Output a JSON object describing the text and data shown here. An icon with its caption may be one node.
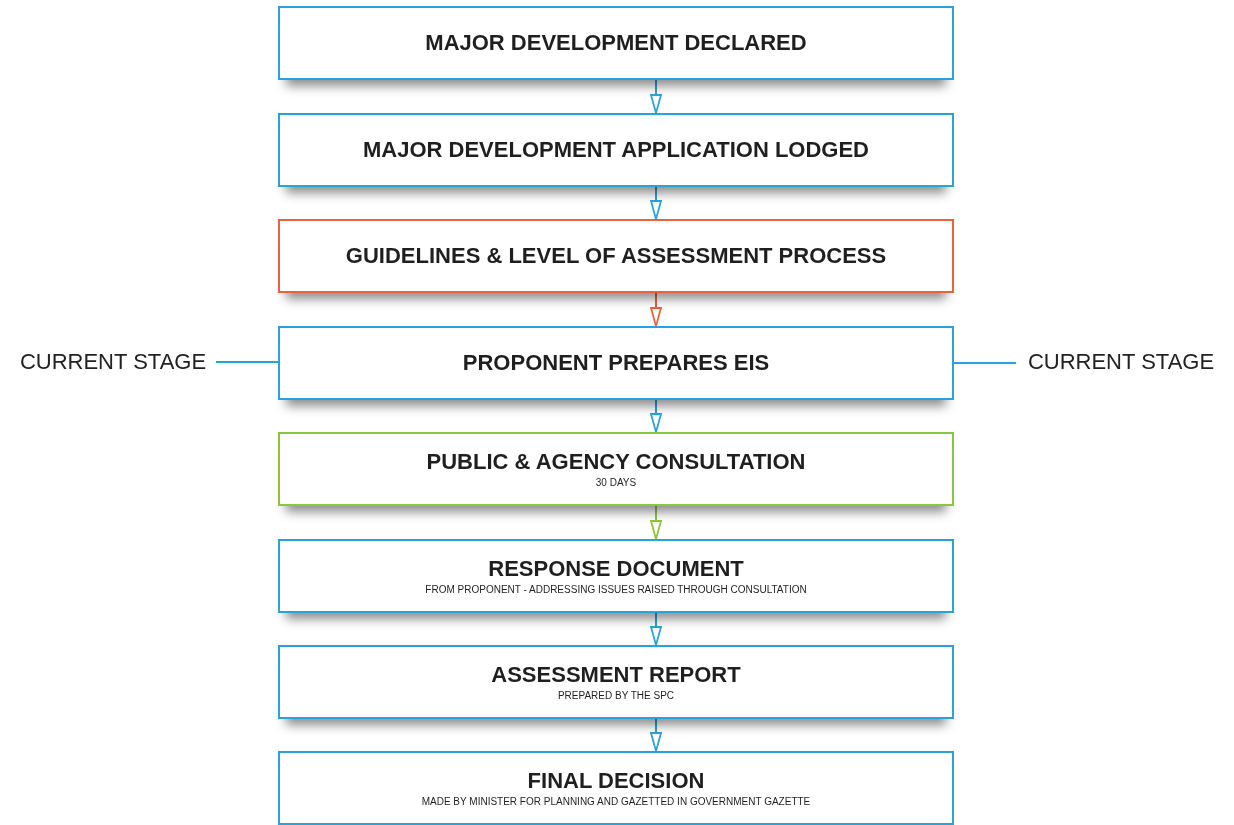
{
  "diagram": {
    "nodes": [
      {
        "text": [
          "MAJOR DEVELOPMENT DECLARED"
        ]
      },
      {
        "text": [
          "MAJOR DEVELOPMENT APPLICATION LODGED"
        ]
      },
      {
        "text": [
          "GUIDELINES & LEVEL OF ASSESSMENT PROCESS"
        ]
      },
      {
        "text": [
          "PROPONENT PREPARES EIS"
        ]
      },
      {
        "text": [
          "PUBLIC & AGENCY CONSULTATION",
          "30 DAYS"
        ]
      },
      {
        "text": [
          "RESPONSE DOCUMENT",
          "FROM PROPONENT - ADDRESSING ISSUES RAISED THROUGH CONSULTATION"
        ]
      },
      {
        "text": [
          "ASSESSMENT REPORT",
          "PREPARED BY THE SPC"
        ]
      },
      {
        "text": [
          "FINAL DECISION",
          "MADE BY MINISTER FOR PLANNING AND GAZETTED IN GOVERNMENT GAZETTE"
        ]
      },
      {
        "text": [
          "CURRENT STAGE"
        ]
      },
      {
        "text": [
          "CURRENT STAGE"
        ]
      }
    ],
    "edges": [
      {
        "from": 0,
        "to": 1,
        "arrow": "to"
      },
      {
        "from": 1,
        "to": 2,
        "arrow": "to"
      },
      {
        "from": 2,
        "to": 3,
        "arrow": "to",
        "color": "#e8643c"
      },
      {
        "from": 3,
        "to": 4,
        "arrow": "to"
      },
      {
        "from": 4,
        "to": 5,
        "arrow": "to",
        "color": "#8cc63f"
      },
      {
        "from": 5,
        "to": 6,
        "arrow": "to"
      },
      {
        "from": 6,
        "to": 7,
        "arrow": "to"
      },
      {
        "from": 8,
        "to": 3,
        "arrow": "none"
      },
      {
        "from": 3,
        "to": 9,
        "arrow": "none"
      }
    ]
  }
}
